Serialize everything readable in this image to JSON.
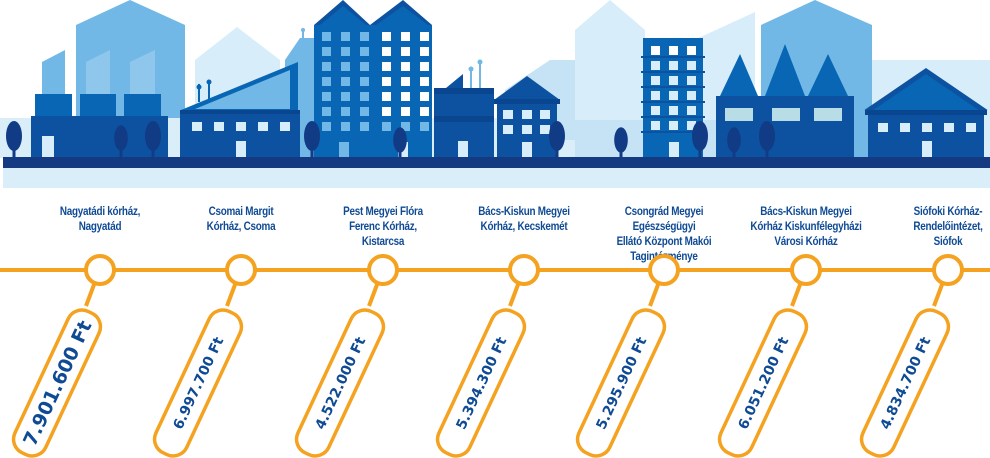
{
  "colors": {
    "timeline": "#f4a21f",
    "label_text": "#0f4a94",
    "ground_dark": "#143a82",
    "ground_light": "#daeefa",
    "building_dark": "#0d52a0",
    "building_mid": "#0866b4",
    "building_light": "#71b8e6",
    "building_pale": "#d8edfa",
    "tree": "#123b85"
  },
  "hospitals": [
    {
      "name": "Nagyatádi kórház, Nagyatád",
      "lines": [
        "Nagyatádi kórház,",
        "Nagyatád"
      ],
      "amount": "7.901.600 Ft",
      "highlight": true
    },
    {
      "name": "Csomai Margit Kórház, Csoma",
      "lines": [
        "Csomai Margit",
        "Kórház, Csoma"
      ],
      "amount": "6.997.700 Ft",
      "highlight": false
    },
    {
      "name": "Pest Megyei Flóra Ferenc Kórház, Kistarcsa",
      "lines": [
        "Pest Megyei Flóra",
        "Ferenc Kórház,",
        "Kistarcsa"
      ],
      "amount": "4.522.000 Ft",
      "highlight": false
    },
    {
      "name": "Bács-Kiskun Megyei Kórház, Kecskemét",
      "lines": [
        "Bács-Kiskun Megyei",
        "Kórház, Kecskemét"
      ],
      "amount": "5.394.300 Ft",
      "highlight": false
    },
    {
      "name": "Csongrád Megyei Egészségügyi Ellátó Központ Makói Tagintézménye",
      "lines": [
        "Csongrád Megyei Egészségügyi",
        "Ellátó Központ Makói",
        "Tagintézménye"
      ],
      "amount": "5.295.900 Ft",
      "highlight": false
    },
    {
      "name": "Bács-Kiskun Megyei Kórház Kiskunfélegyházi Városi Kórház",
      "lines": [
        "Bács-Kiskun Megyei",
        "Kórház Kiskunfélegyházi",
        "Városi Kórház"
      ],
      "amount": "6.051.200 Ft",
      "highlight": false
    },
    {
      "name": "Siófoki Kórház-Rendelőintézet, Siófok",
      "lines": [
        "Siófoki Kórház-",
        "Rendelőintézet,",
        "Siófok"
      ],
      "amount": "4.834.700 Ft",
      "highlight": false
    }
  ]
}
